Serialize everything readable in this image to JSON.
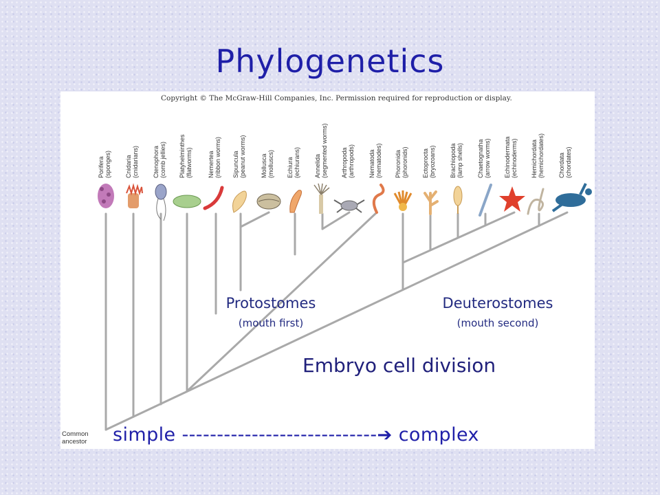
{
  "slide": {
    "title": "Phylogenetics",
    "copyright": "Copyright © The McGraw-Hill Companies, Inc. Permission required for reproduction or display.",
    "root_label": "Common ancestor",
    "bottom_left": "simple",
    "bottom_dashes": "----------------------------",
    "bottom_right": "complex",
    "embryo_label": "Embryo cell division"
  },
  "groups": {
    "protostomes": {
      "name": "Protostomes",
      "note": "(mouth first)"
    },
    "deuterostomes": {
      "name": "Deuterostomes",
      "note": "(mouth second)"
    }
  },
  "taxa": [
    {
      "name": "Porifera",
      "common": "(sponges)",
      "icon": "sponge-icon"
    },
    {
      "name": "Cnidaria",
      "common": "(cnidarians)",
      "icon": "sea-anemone-icon"
    },
    {
      "name": "Ctenophora",
      "common": "(comb jellies)",
      "icon": "comb-jelly-icon"
    },
    {
      "name": "Platyhelminthes",
      "common": "(flatworms)",
      "icon": "flatworm-icon"
    },
    {
      "name": "Nemertea",
      "common": "(ribbon worms)",
      "icon": "ribbon-worm-icon"
    },
    {
      "name": "Sipuncula",
      "common": "(peanut worms)",
      "icon": "peanut-worm-icon"
    },
    {
      "name": "Mollusca",
      "common": "(molluscs)",
      "icon": "clam-icon"
    },
    {
      "name": "Echiura",
      "common": "(echiurans)",
      "icon": "echiuran-icon"
    },
    {
      "name": "Annelida",
      "common": "(segmented worms)",
      "icon": "tube-worm-icon"
    },
    {
      "name": "Arthropoda",
      "common": "(arthropods)",
      "icon": "crab-icon"
    },
    {
      "name": "Nematoda",
      "common": "(nematodes)",
      "icon": "nematode-icon"
    },
    {
      "name": "Phoronida",
      "common": "(phoronids)",
      "icon": "phoronid-icon"
    },
    {
      "name": "Ectoprocta",
      "common": "(bryozoans)",
      "icon": "bryozoan-icon"
    },
    {
      "name": "Brachiopoda",
      "common": "(lamp shells)",
      "icon": "lamp-shell-icon"
    },
    {
      "name": "Chaetognatha",
      "common": "(arrow worms)",
      "icon": "arrow-worm-icon"
    },
    {
      "name": "Echinodermata",
      "common": "(echinoderms)",
      "icon": "starfish-icon"
    },
    {
      "name": "Hemichordata",
      "common": "(hemichordates)",
      "icon": "acorn-worm-icon"
    },
    {
      "name": "Chordata",
      "common": "(chordates)",
      "icon": "sea-turtle-icon"
    }
  ],
  "colors": {
    "title": "#1f1fa8",
    "branch": "#a9a9a9",
    "text_blue": "#222a80"
  }
}
